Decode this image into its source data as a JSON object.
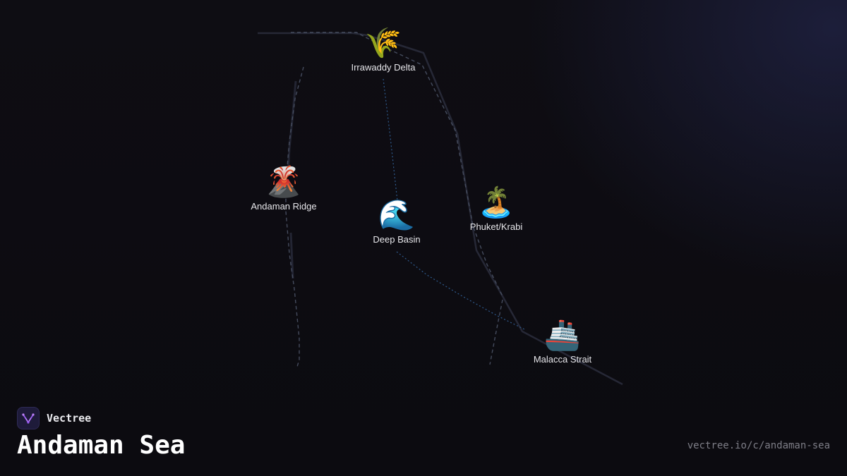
{
  "map": {
    "nodes": [
      {
        "id": "irrawaddy-delta",
        "label": "Irrawaddy Delta",
        "icon": "sheaf-of-rice-icon",
        "emoji": "🌾"
      },
      {
        "id": "andaman-ridge",
        "label": "Andaman Ridge",
        "icon": "volcano-icon",
        "emoji": "🌋"
      },
      {
        "id": "deep-basin",
        "label": "Deep Basin",
        "icon": "water-wave-icon",
        "emoji": "🌊"
      },
      {
        "id": "phuket-krabi",
        "label": "Phuket/Krabi",
        "icon": "desert-island-icon",
        "emoji": "🏝️"
      },
      {
        "id": "malacca-strait",
        "label": "Malacca Strait",
        "icon": "ship-icon",
        "emoji": "🚢"
      }
    ],
    "colors": {
      "coastline": "#2a2b3a",
      "dashed": "#3e4a63",
      "link": "#2f5a8c"
    }
  },
  "brand": {
    "name": "Vectree",
    "logo_icon": "vectree-logo-icon",
    "accent": "#9b5cf6"
  },
  "title": "Andaman Sea",
  "url": "vectree.io/c/andaman-sea"
}
